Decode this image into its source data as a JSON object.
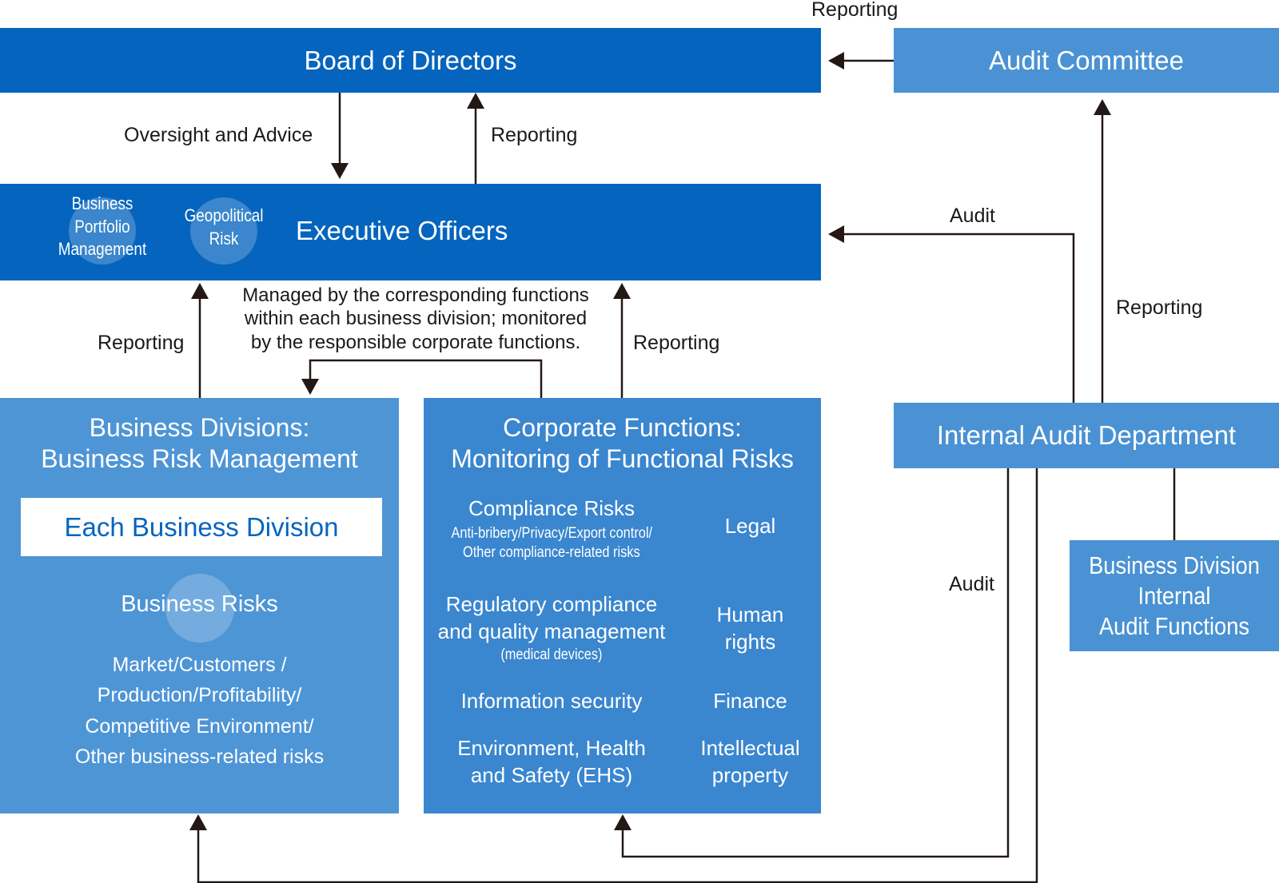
{
  "nodes": {
    "board": "Board of Directors",
    "audit_committee": "Audit Committee",
    "executive": "Executive Officers",
    "exec_tags": [
      "Business Portfolio Management",
      "Geopolitical Risk"
    ],
    "internal_audit": "Internal Audit Department",
    "bd_internal_audit": [
      "Business Division",
      "Internal",
      "Audit Functions"
    ],
    "business_divisions": {
      "title_lines": [
        "Business Divisions:",
        "Business Risk Management"
      ],
      "each_division": "Each Business Division",
      "risks_title": "Business Risks",
      "risks_lines": [
        "Market/Customers /",
        "Production/Profitability/",
        "Competitive Environment/",
        "Other business-related risks"
      ]
    },
    "corporate_functions": {
      "title_lines": [
        "Corporate Functions:",
        "Monitoring of Functional Risks"
      ],
      "compliance_title": "Compliance Risks",
      "compliance_sub": [
        "Anti-bribery/Privacy/Export control/",
        "Other compliance-related risks"
      ],
      "regulatory_lines": [
        "Regulatory compliance",
        "and quality management"
      ],
      "regulatory_sub": "(medical devices)",
      "info_security": "Information security",
      "ehs_lines": [
        "Environment, Health",
        "and Safety (EHS)"
      ],
      "legal": "Legal",
      "human_rights_lines": [
        "Human",
        "rights"
      ],
      "finance": "Finance",
      "ip_lines": [
        "Intellectual",
        "property"
      ]
    }
  },
  "edge_labels": {
    "reporting_top": "Reporting",
    "oversight": "Oversight and Advice",
    "reporting_board": "Reporting",
    "audit_exec": "Audit",
    "reporting_committee": "Reporting",
    "managed_note": [
      "Managed by the corresponding functions",
      "within each business division; monitored",
      "by the responsible corporate functions."
    ],
    "reporting_bd": "Reporting",
    "reporting_cf": "Reporting",
    "audit_lower": "Audit"
  },
  "colors": {
    "dark_blue": "#0564be",
    "mid_blue": "#4a92d3",
    "arrow": "#231815"
  }
}
